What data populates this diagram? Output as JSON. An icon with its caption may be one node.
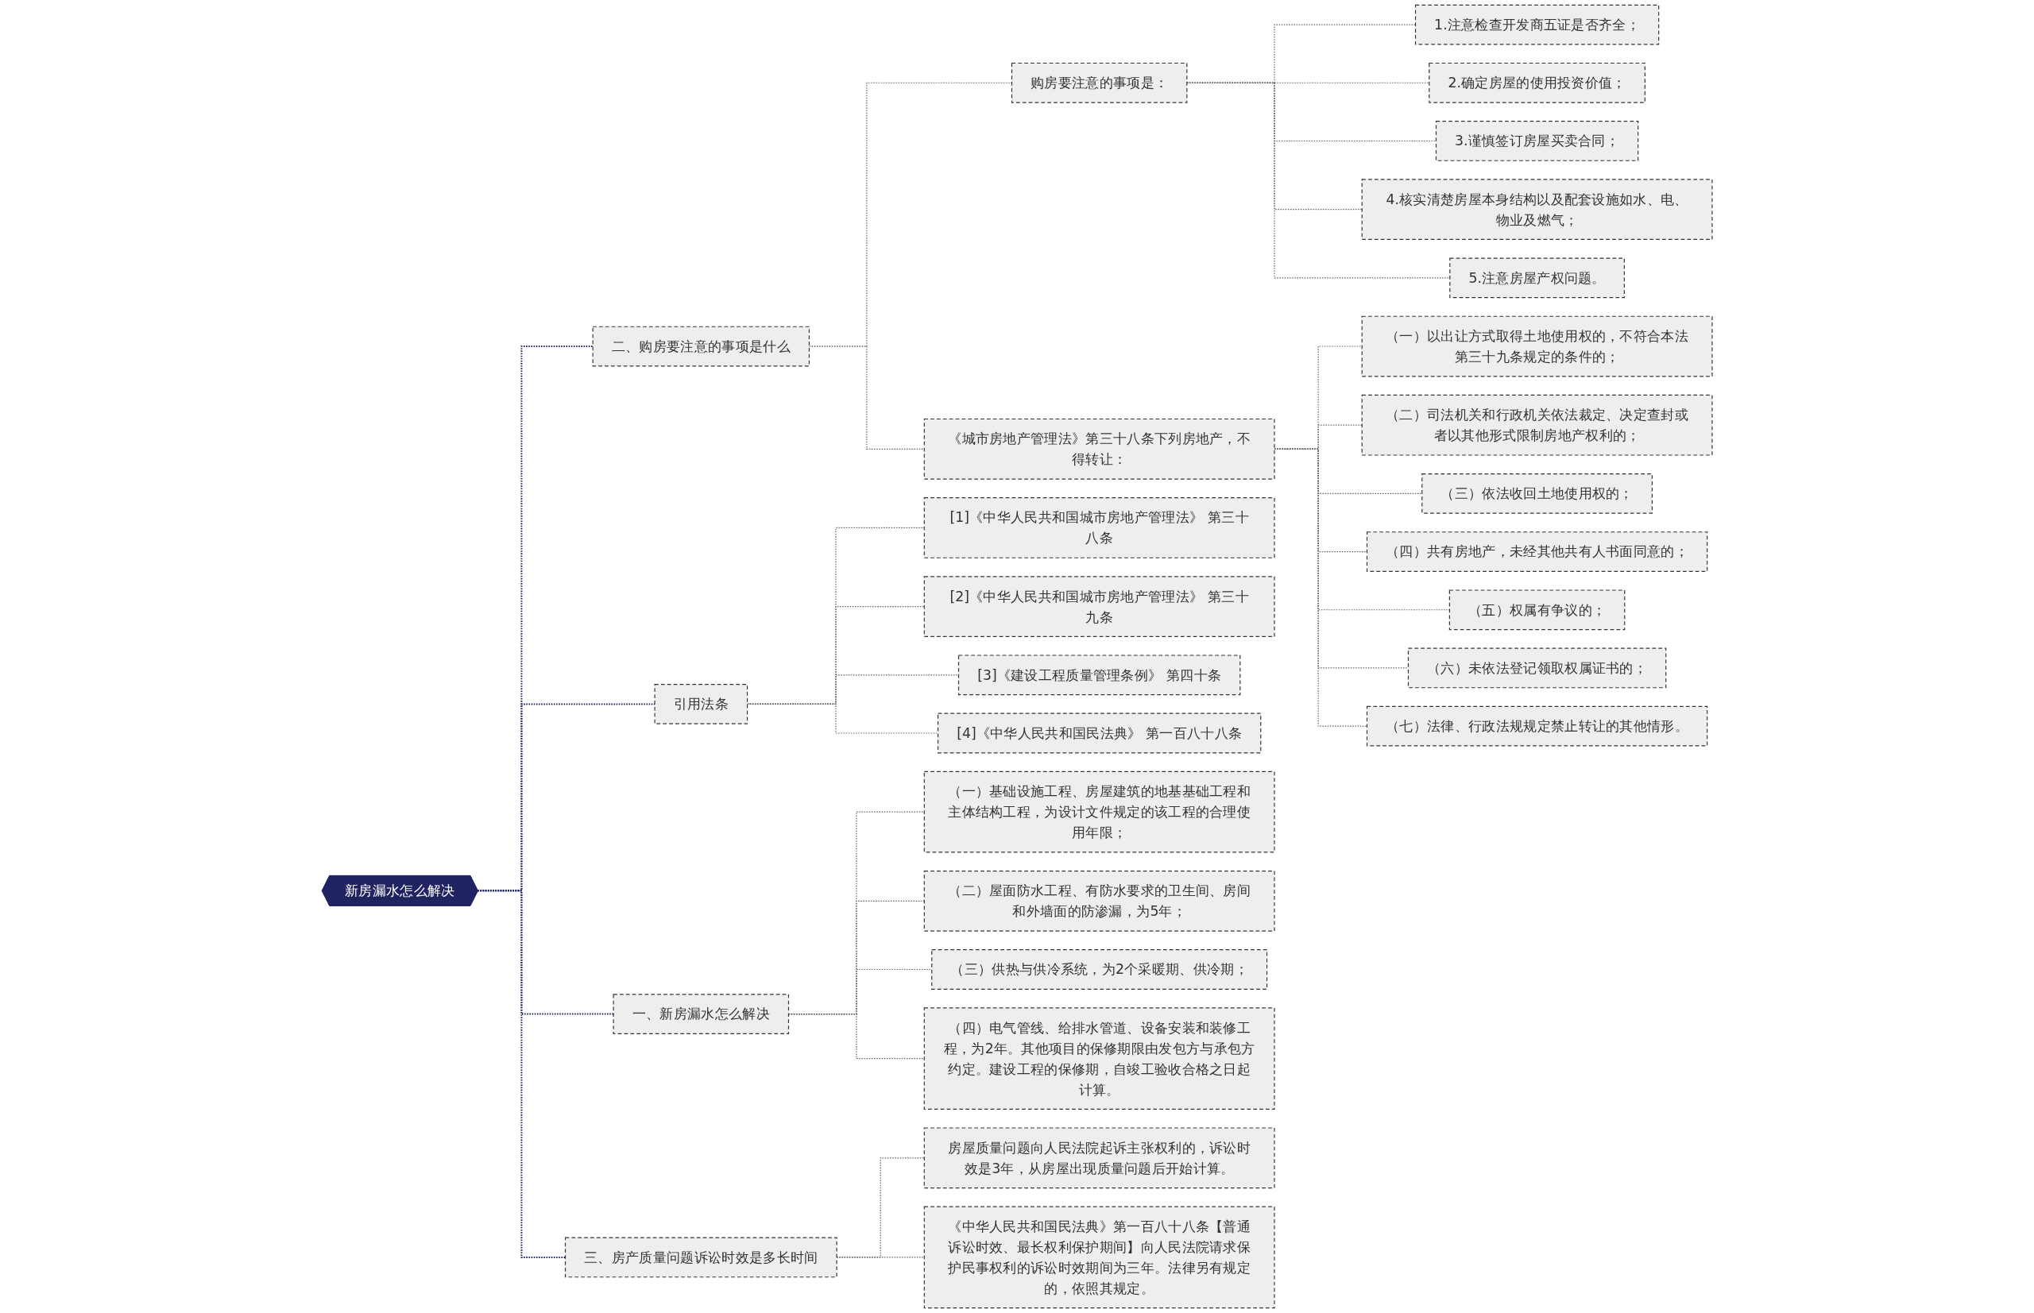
{
  "diagram": {
    "nodes": [
      {
        "text": [
          "新房漏水怎么解决"
        ]
      },
      {
        "text": [
          "二、购房要注意的事项是什么"
        ]
      },
      {
        "text": [
          "购房要注意的事项是："
        ]
      },
      {
        "text": [
          "1.注意检查开发商五证是否齐全；"
        ]
      },
      {
        "text": [
          "2.确定房屋的使用投资价值；"
        ]
      },
      {
        "text": [
          "3.谨慎签订房屋买卖合同；"
        ]
      },
      {
        "text": [
          "4.核实清楚房屋本身结构以及配套设施如水、电、物业及燃气；"
        ]
      },
      {
        "text": [
          "5.注意房屋产权问题。"
        ]
      },
      {
        "text": [
          "《城市房地产管理法》第三十八条下列房地产，不得转让："
        ]
      },
      {
        "text": [
          "（一）以出让方式取得土地使用权的，不符合本法第三十九条规定的条件的；"
        ]
      },
      {
        "text": [
          "（二）司法机关和行政机关依法裁定、决定查封或者以其他形式限制房地产权利的；"
        ]
      },
      {
        "text": [
          "（三）依法收回土地使用权的；"
        ]
      },
      {
        "text": [
          "（四）共有房地产，未经其他共有人书面同意的；"
        ]
      },
      {
        "text": [
          "（五）权属有争议的；"
        ]
      },
      {
        "text": [
          "（六）未依法登记领取权属证书的；"
        ]
      },
      {
        "text": [
          "（七）法律、行政法规规定禁止转让的其他情形。"
        ]
      },
      {
        "text": [
          "引用法条"
        ]
      },
      {
        "text": [
          "[1]《中华人民共和国城市房地产管理法》 第三十八条"
        ]
      },
      {
        "text": [
          "[2]《中华人民共和国城市房地产管理法》 第三十九条"
        ]
      },
      {
        "text": [
          "[3]《建设工程质量管理条例》 第四十条"
        ]
      },
      {
        "text": [
          "[4]《中华人民共和国民法典》 第一百八十八条"
        ]
      },
      {
        "text": [
          "一、新房漏水怎么解决"
        ]
      },
      {
        "text": [
          "（一）基础设施工程、房屋建筑的地基基础工程和主体结构工程，为设计文件规定的该工程的合理使用年限；"
        ]
      },
      {
        "text": [
          "（二）屋面防水工程、有防水要求的卫生间、房间和外墙面的防渗漏，为5年；"
        ]
      },
      {
        "text": [
          "（三）供热与供冷系统，为2个采暖期、供冷期；"
        ]
      },
      {
        "text": [
          "（四）电气管线、给排水管道、设备安装和装修工程，为2年。其他项目的保修期限由发包方与承包方约定。建设工程的保修期，自竣工验收合格之日起计算。"
        ]
      },
      {
        "text": [
          "三、房产质量问题诉讼时效是多长时间"
        ]
      },
      {
        "text": [
          "房屋质量问题向人民法院起诉主张权利的，诉讼时效是3年，从房屋出现质量问题后开始计算。"
        ]
      },
      {
        "text": [
          "《中华人民共和国民法典》第一百八十八条【普通诉讼时效、最长权利保护期间】向人民法院请求保护民事权利的诉讼时效期间为三年。法律另有规定的，依照其规定。"
        ]
      }
    ],
    "edges": [
      {
        "from": 0,
        "to": 1,
        "arrow": "none",
        "style": "dashed",
        "color": "#1f2461"
      },
      {
        "from": 1,
        "to": 2,
        "arrow": "none",
        "style": "dashed"
      },
      {
        "from": 2,
        "to": 3,
        "arrow": "none",
        "style": "dashed"
      },
      {
        "from": 2,
        "to": 4,
        "arrow": "none",
        "style": "dashed"
      },
      {
        "from": 2,
        "to": 5,
        "arrow": "none",
        "style": "dashed"
      },
      {
        "from": 2,
        "to": 6,
        "arrow": "none",
        "style": "dashed"
      },
      {
        "from": 2,
        "to": 7,
        "arrow": "none",
        "style": "dashed"
      },
      {
        "from": 1,
        "to": 8,
        "arrow": "none",
        "style": "dashed"
      },
      {
        "from": 8,
        "to": 9,
        "arrow": "none",
        "style": "dashed"
      },
      {
        "from": 8,
        "to": 10,
        "arrow": "none",
        "style": "dashed"
      },
      {
        "from": 8,
        "to": 11,
        "arrow": "none",
        "style": "dashed"
      },
      {
        "from": 8,
        "to": 12,
        "arrow": "none",
        "style": "dashed"
      },
      {
        "from": 8,
        "to": 13,
        "arrow": "none",
        "style": "dashed"
      },
      {
        "from": 8,
        "to": 14,
        "arrow": "none",
        "style": "dashed"
      },
      {
        "from": 8,
        "to": 15,
        "arrow": "none",
        "style": "dashed"
      },
      {
        "from": 0,
        "to": 16,
        "arrow": "none",
        "style": "dashed",
        "color": "#1f2461"
      },
      {
        "from": 16,
        "to": 17,
        "arrow": "none",
        "style": "dashed"
      },
      {
        "from": 16,
        "to": 18,
        "arrow": "none",
        "style": "dashed"
      },
      {
        "from": 16,
        "to": 19,
        "arrow": "none",
        "style": "dashed"
      },
      {
        "from": 16,
        "to": 20,
        "arrow": "none",
        "style": "dashed"
      },
      {
        "from": 0,
        "to": 21,
        "arrow": "none",
        "style": "dashed",
        "color": "#1f2461"
      },
      {
        "from": 21,
        "to": 22,
        "arrow": "none",
        "style": "dashed"
      },
      {
        "from": 21,
        "to": 23,
        "arrow": "none",
        "style": "dashed"
      },
      {
        "from": 21,
        "to": 24,
        "arrow": "none",
        "style": "dashed"
      },
      {
        "from": 21,
        "to": 25,
        "arrow": "none",
        "style": "dashed"
      },
      {
        "from": 0,
        "to": 26,
        "arrow": "none",
        "style": "dashed",
        "color": "#1f2461"
      },
      {
        "from": 26,
        "to": 27,
        "arrow": "none",
        "style": "dashed"
      },
      {
        "from": 26,
        "to": 28,
        "arrow": "none",
        "style": "dashed"
      }
    ]
  }
}
